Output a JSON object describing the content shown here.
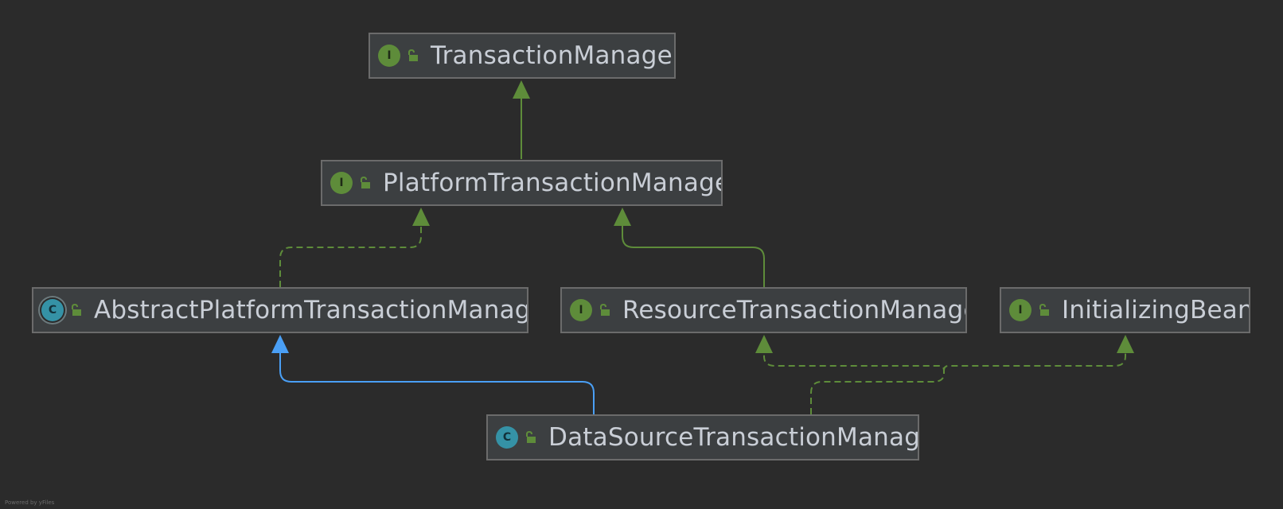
{
  "nodes": {
    "transaction_manager": {
      "name": "TransactionManager",
      "kind": "interface",
      "badge": "I"
    },
    "platform_transaction_manager": {
      "name": "PlatformTransactionManager",
      "kind": "interface",
      "badge": "I"
    },
    "abstract_platform_transaction_manager": {
      "name": "AbstractPlatformTransactionManager",
      "kind": "abstract-class",
      "badge": "C"
    },
    "resource_transaction_manager": {
      "name": "ResourceTransactionManager",
      "kind": "interface",
      "badge": "I"
    },
    "initializing_bean": {
      "name": "InitializingBean",
      "kind": "interface",
      "badge": "I"
    },
    "datasource_transaction_manager": {
      "name": "DataSourceTransactionManager",
      "kind": "class",
      "badge": "C"
    }
  },
  "edges": [
    {
      "from": "PlatformTransactionManager",
      "to": "TransactionManager",
      "type": "extends"
    },
    {
      "from": "AbstractPlatformTransactionManager",
      "to": "PlatformTransactionManager",
      "type": "implements"
    },
    {
      "from": "ResourceTransactionManager",
      "to": "PlatformTransactionManager",
      "type": "extends"
    },
    {
      "from": "DataSourceTransactionManager",
      "to": "AbstractPlatformTransactionManager",
      "type": "extends-class"
    },
    {
      "from": "DataSourceTransactionManager",
      "to": "ResourceTransactionManager",
      "type": "implements"
    },
    {
      "from": "DataSourceTransactionManager",
      "to": "InitializingBean",
      "type": "implements"
    }
  ],
  "colors": {
    "background": "#2b2b2b",
    "node_fill": "#3c3f41",
    "node_border": "#6b6b6b",
    "interface_badge": "#5e8c3a",
    "class_badge": "#3592a6",
    "inheritance_green": "#5e8c3a",
    "class_extends_blue": "#4a9ff5",
    "label_text": "#c9ced6"
  },
  "footer": "Powered by yFiles"
}
